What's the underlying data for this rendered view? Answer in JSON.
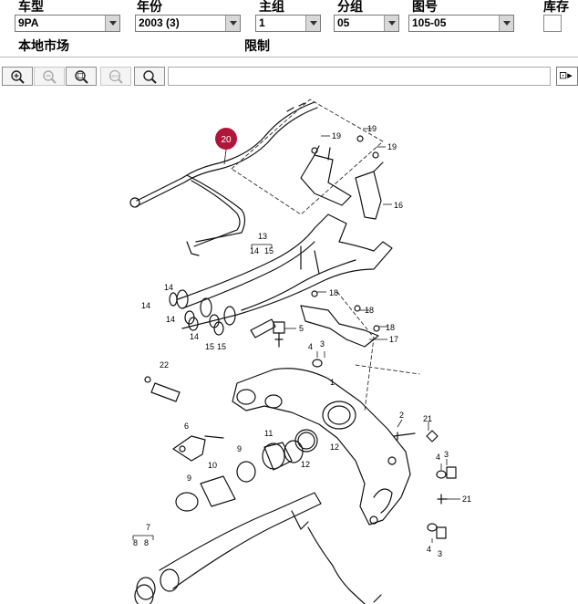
{
  "header": {
    "model_label": "车型",
    "year_label": "年份",
    "main_group_label": "主组",
    "sub_group_label": "分组",
    "diagram_no_label": "图号",
    "stock_label": "库存",
    "model_value": "9PA",
    "year_value": "2003 (3)",
    "main_group_value": "1",
    "sub_group_value": "05",
    "diagram_no_value": "105-05",
    "local_market_label": "本地市场",
    "restriction_label": "限制"
  },
  "toolbar": {
    "zoom_in_icon": "zoom-in-icon",
    "zoom_out_icon": "zoom-out-icon",
    "zoom_fit_icon": "zoom-fit-icon",
    "zoom_100_icon": "zoom-100-icon",
    "zoom_100_text": "100%",
    "search_icon": "search-icon",
    "end_icon": "expand-right-icon"
  },
  "diagram": {
    "highlight_color": "#b0163a",
    "highlight_callout": "20",
    "callouts": [
      "19",
      "19",
      "19",
      "16",
      "13",
      "14",
      "15",
      "14",
      "14",
      "14",
      "14",
      "15",
      "15",
      "18",
      "18",
      "18",
      "17",
      "5",
      "4",
      "3",
      "22",
      "1",
      "6",
      "11",
      "9",
      "10",
      "12",
      "12",
      "2",
      "21",
      "4",
      "3",
      "21",
      "9",
      "7",
      "8",
      "8",
      "4",
      "3"
    ]
  }
}
